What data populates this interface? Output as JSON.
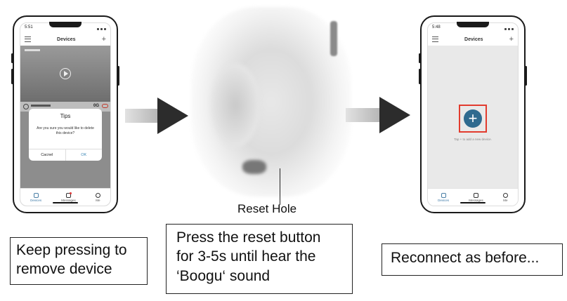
{
  "phone_left": {
    "time": "5:51",
    "title": "Devices",
    "device_status": "0G",
    "dialog": {
      "title": "Tips",
      "message": "Are you sure you would like to delete this device?",
      "cancel": "Cacnel",
      "ok": "OK"
    },
    "tabs": {
      "devices": "Devices",
      "messages": "Messages",
      "me": "Me"
    }
  },
  "phone_right": {
    "time": "5:48",
    "title": "Devices",
    "add_symbol": "+",
    "hint": "Tap + to add a new device.",
    "tabs": {
      "devices": "Devices",
      "messages": "Messages",
      "me": "Me"
    }
  },
  "center": {
    "reset_label": "Reset Hole"
  },
  "steps": {
    "step1": [
      "Keep pressing to",
      "remove device"
    ],
    "step2": [
      "Press the reset button",
      "for 3-5s until hear the",
      "‘Boogu‘ sound"
    ],
    "step3": "Reconnect as before..."
  }
}
